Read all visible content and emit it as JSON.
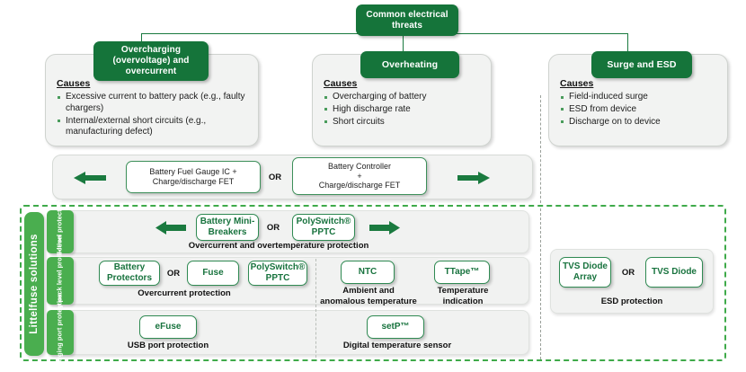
{
  "diagram": {
    "title": "Common electrical threats",
    "brand_label": "Littelfuse solutions"
  },
  "root": {
    "label": "Common electrical threats"
  },
  "threats": [
    {
      "id": "overcharging",
      "label": "Overcharging (overvoltage) and overcurrent",
      "causes_heading": "Causes",
      "causes": [
        "Excessive current to battery pack (e.g., faulty chargers)",
        "Internal/external short circuits (e.g., manufacturing defect)"
      ]
    },
    {
      "id": "overheating",
      "label": "Overheating",
      "causes_heading": "Causes",
      "causes": [
        "Overcharging of battery",
        "High discharge rate",
        "Short circuits"
      ]
    },
    {
      "id": "surge-esd",
      "label": "Surge and ESD",
      "causes_heading": "Causes",
      "causes": [
        "Field-induced surge",
        "ESD from device",
        "Discharge on to device"
      ]
    }
  ],
  "controller_row": {
    "left_box": "Battery Fuel Gauge IC + Charge/discharge FET",
    "or_label": "OR",
    "right_box_line1": "Battery Controller",
    "right_box_line2": "+",
    "right_box_line3": "Charge/discharge FET",
    "arrow_left": "arrow-left",
    "arrow_right": "arrow-right"
  },
  "solution_rows": [
    {
      "id": "cell-level",
      "tag": "Cell-level protection",
      "chips": [
        "Battery Mini-Breakers",
        "PolySwitch® PPTC"
      ],
      "or_label": "OR",
      "caption": "Overcurrent and overtemperature protection"
    },
    {
      "id": "battery-pack-level",
      "tag": "Battery pack level protection",
      "chips_left": [
        "Battery Protectors",
        "Fuse",
        "PolySwitch® PPTC"
      ],
      "or_label": "OR",
      "caption_left": "Overcurrent protection",
      "chips_right": [
        "NTC",
        "TTape™"
      ],
      "caption_ntc": "Ambient and anomalous temperature",
      "caption_ttape": "Temperature indication"
    },
    {
      "id": "charging-port",
      "tag": "Charging port protection",
      "chips_left": [
        "eFuse"
      ],
      "caption_left": "USB port protection",
      "chips_right": [
        "setP™"
      ],
      "caption_right": "Digital temperature sensor"
    }
  ],
  "esd_panel": {
    "chips": [
      "TVS Diode Array",
      "TVS Diode"
    ],
    "or_label": "OR",
    "caption": "ESD protection"
  },
  "colors": {
    "dark_green": "#15743a",
    "bright_green": "#4aae4f",
    "chip_green_text": "#18733e",
    "panel_grey": "#f1f2f1",
    "dashed_green": "#3faa4a"
  }
}
